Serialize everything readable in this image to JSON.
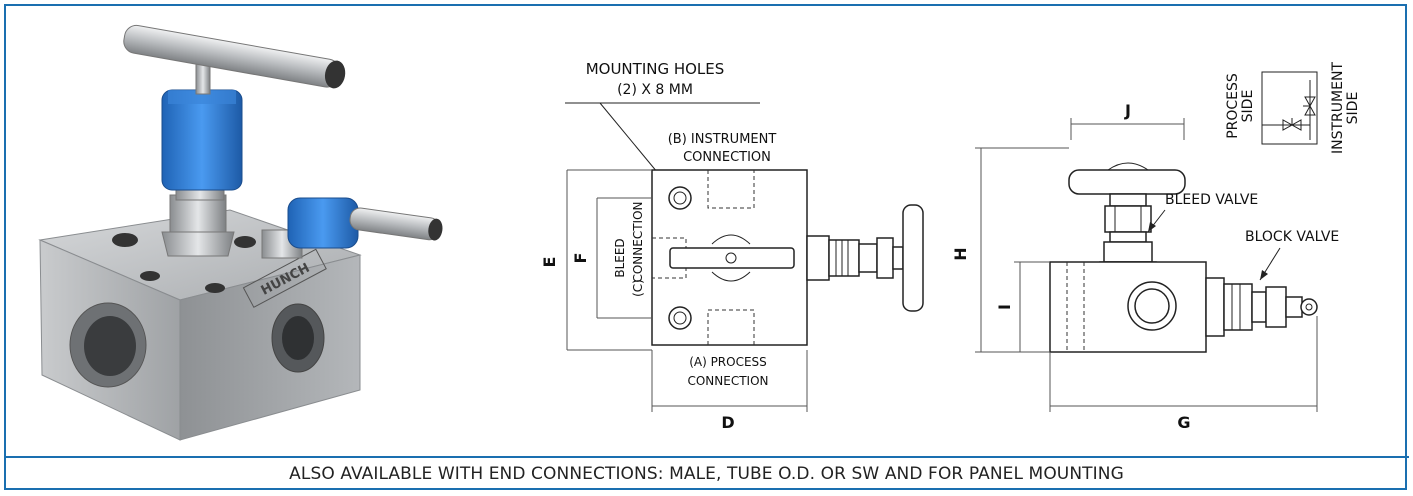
{
  "callouts": {
    "mounting_holes": "MOUNTING HOLES",
    "mounting_holes_size": "(2) X 8 MM",
    "instrument_conn_1": "(B) INSTRUMENT",
    "instrument_conn_2": "CONNECTION",
    "bleed_conn_1": "BLEED",
    "bleed_conn_2": "(C)",
    "bleed_conn_3": "CONNECTION",
    "process_conn_1": "(A) PROCESS",
    "process_conn_2": "CONNECTION",
    "bleed_valve": "BLEED VALVE",
    "block_valve": "BLOCK VALVE",
    "process_side_1": "PROCESS",
    "process_side_2": "SIDE",
    "instrument_side_1": "INSTRUMENT",
    "instrument_side_2": "SIDE"
  },
  "dimensions": {
    "d": "D",
    "e": "E",
    "f": "F",
    "g": "G",
    "h": "H",
    "i": "I",
    "j": "J"
  },
  "product": {
    "brand": "HUNCH"
  },
  "footer": {
    "note": "ALSO AVAILABLE WITH END CONNECTIONS: MALE, TUBE O.D. OR SW AND FOR PANEL MOUNTING"
  },
  "colors": {
    "border": "#1a6fb0",
    "handle_blue": "#2f7fd6",
    "steel": "#b9bcbf"
  }
}
